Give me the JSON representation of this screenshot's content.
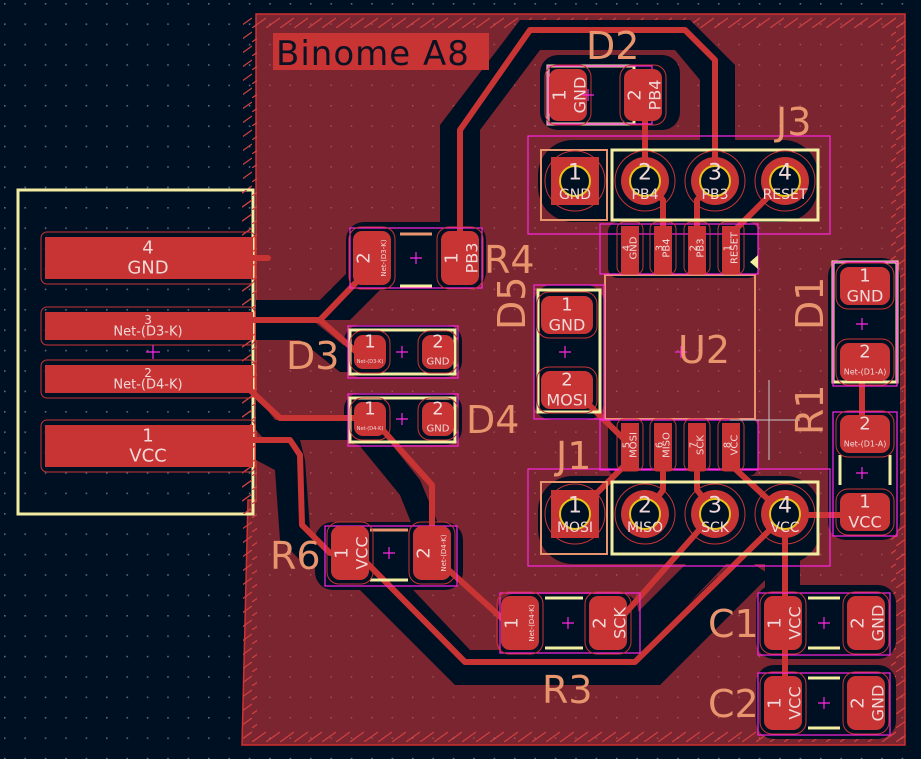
{
  "app": {
    "view": "PCB layout editor",
    "board_title": "Binome A8"
  },
  "colors": {
    "background": "#001023",
    "copper": "#c83434",
    "copper_fill": "#7a2530",
    "clearance": "#001023",
    "silkscreen": "#f2eda1",
    "fab": "#e8946c",
    "courtyard": "#ff26e2",
    "edge": "#d03030",
    "via_ring": "#e6c21a"
  },
  "components": {
    "D1": {
      "ref": "D1",
      "pads": [
        {
          "num": "1",
          "net": "GND"
        },
        {
          "num": "2",
          "net": "Net-(D1-A)"
        }
      ]
    },
    "D2": {
      "ref": "D2",
      "pads": [
        {
          "num": "1",
          "net": "GND"
        },
        {
          "num": "2",
          "net": "PB4"
        }
      ]
    },
    "D3": {
      "ref": "D3",
      "pads": [
        {
          "num": "1",
          "net": "Net-(D3-K)"
        },
        {
          "num": "2",
          "net": "GND"
        }
      ]
    },
    "D4": {
      "ref": "D4",
      "pads": [
        {
          "num": "1",
          "net": "Net-(D4-K)"
        },
        {
          "num": "2",
          "net": "GND"
        }
      ]
    },
    "D5": {
      "ref": "D5",
      "pads": [
        {
          "num": "1",
          "net": "GND"
        },
        {
          "num": "2",
          "net": "MOSI"
        }
      ]
    },
    "R1": {
      "ref": "R1",
      "pads": [
        {
          "num": "2",
          "net": "Net-(D1-A)"
        },
        {
          "num": "1",
          "net": "VCC"
        }
      ]
    },
    "R3": {
      "ref": "R3",
      "pads": [
        {
          "num": "1",
          "net": "Net-(D4-K)"
        },
        {
          "num": "2",
          "net": "SCK"
        }
      ]
    },
    "R4": {
      "ref": "R4",
      "pads": [
        {
          "num": "2",
          "net": "Net-(D3-K)"
        },
        {
          "num": "1",
          "net": "PB3"
        }
      ]
    },
    "R6": {
      "ref": "R6",
      "pads": [
        {
          "num": "1",
          "net": "VCC"
        },
        {
          "num": "2",
          "net": "Net-(D4-K)"
        }
      ]
    },
    "C1": {
      "ref": "C1",
      "pads": [
        {
          "num": "1",
          "net": "VCC"
        },
        {
          "num": "2",
          "net": "GND"
        }
      ]
    },
    "C2": {
      "ref": "C2",
      "pads": [
        {
          "num": "1",
          "net": "VCC"
        },
        {
          "num": "2",
          "net": "GND"
        }
      ]
    },
    "U2": {
      "ref": "U2",
      "top_pads": [
        {
          "num": "4",
          "net": "GND"
        },
        {
          "num": "3",
          "net": "PB4"
        },
        {
          "num": "2",
          "net": "PB3"
        },
        {
          "num": "1",
          "net": "RESET"
        }
      ],
      "bottom_pads": [
        {
          "num": "5",
          "net": "MOSI"
        },
        {
          "num": "6",
          "net": "MISO"
        },
        {
          "num": "7",
          "net": "SCK"
        },
        {
          "num": "8",
          "net": "VCC"
        }
      ]
    },
    "J1": {
      "ref": "J1",
      "pads": [
        {
          "num": "1",
          "net": "MOSI"
        },
        {
          "num": "2",
          "net": "MISO"
        },
        {
          "num": "3",
          "net": "SCK"
        },
        {
          "num": "4",
          "net": "VCC"
        }
      ]
    },
    "J3": {
      "ref": "J3",
      "pads": [
        {
          "num": "1",
          "net": "GND"
        },
        {
          "num": "2",
          "net": "PB4"
        },
        {
          "num": "3",
          "net": "PB3"
        },
        {
          "num": "4",
          "net": "RESET"
        }
      ]
    },
    "USB": {
      "pads": [
        {
          "num": "4",
          "net": "GND"
        },
        {
          "num": "3",
          "net": "Net-(D3-K)"
        },
        {
          "num": "2",
          "net": "Net-(D4-K)"
        },
        {
          "num": "1",
          "net": "VCC"
        }
      ]
    }
  }
}
